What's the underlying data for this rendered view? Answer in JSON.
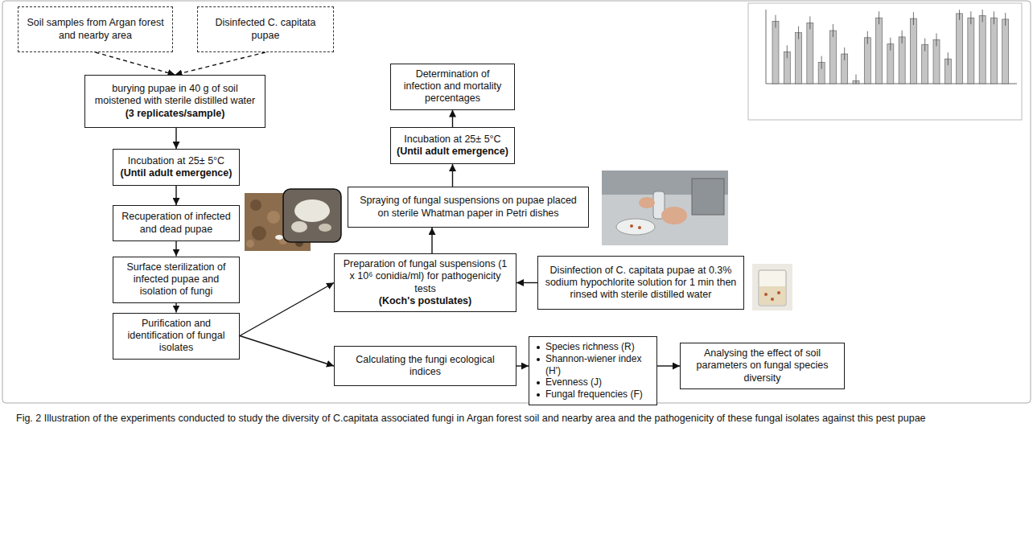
{
  "diagram": {
    "caption": "Fig. 2 Illustration of the experiments conducted to study the diversity of C.capitata associated fungi in Argan forest soil and nearby area and the pathogenicity of these fungal isolates against this pest pupae",
    "nodes": [
      {
        "text": [
          "Soil samples from Argan forest and nearby area"
        ]
      },
      {
        "text": [
          "Disinfected C. capitata pupae"
        ]
      },
      {
        "text": [
          "burying pupae in 40 g of soil moistened with sterile distilled water",
          "(3 replicates/sample)"
        ]
      },
      {
        "text": [
          "Incubation at 25± 5°C",
          "(Until adult emergence)"
        ]
      },
      {
        "text": [
          "Recuperation of infected and dead pupae"
        ]
      },
      {
        "text": [
          "Surface sterilization of infected pupae and isolation of fungi"
        ]
      },
      {
        "text": [
          "Purification and identification of fungal isolates"
        ]
      },
      {
        "text": [
          "Preparation of fungal suspensions (1 x 10⁶ conidia/ml) for pathogenicity tests",
          "(Koch's postulates)"
        ]
      },
      {
        "text": [
          "Disinfection of C. capitata pupae at 0.3% sodium hypochlorite solution for 1 min then rinsed with sterile distilled water"
        ]
      },
      {
        "text": [
          "Spraying of fungal suspensions on pupae placed on sterile Whatman paper in Petri dishes"
        ]
      },
      {
        "text": [
          "Incubation at 25± 5°C",
          "(Until adult emergence)"
        ]
      },
      {
        "text": [
          "Determination of infection and mortality percentages"
        ]
      },
      {
        "text": [
          "Calculating the fungi ecological indices"
        ]
      },
      {
        "text": [
          "Species richness (R)",
          "Shannon-wiener index (H')",
          "Evenness (J)",
          "Fungal frequencies (F)"
        ]
      },
      {
        "text": [
          "Analysing the effect of soil parameters on fungal species diversity"
        ]
      }
    ],
    "edges": [
      {
        "from": 0,
        "to": 2,
        "arrow": "to"
      },
      {
        "from": 1,
        "to": 2,
        "arrow": "to"
      },
      {
        "from": 2,
        "to": 3,
        "arrow": "to"
      },
      {
        "from": 3,
        "to": 4,
        "arrow": "to"
      },
      {
        "from": 4,
        "to": 5,
        "arrow": "to"
      },
      {
        "from": 5,
        "to": 6,
        "arrow": "to"
      },
      {
        "from": 6,
        "to": 7,
        "arrow": "to"
      },
      {
        "from": 6,
        "to": 12,
        "arrow": "to"
      },
      {
        "from": 8,
        "to": 7,
        "arrow": "to"
      },
      {
        "from": 7,
        "to": 9,
        "arrow": "to"
      },
      {
        "from": 9,
        "to": 10,
        "arrow": "to"
      },
      {
        "from": 10,
        "to": 11,
        "arrow": "to"
      },
      {
        "from": 12,
        "to": 13,
        "arrow": "to"
      },
      {
        "from": 13,
        "to": 14,
        "arrow": "to"
      }
    ]
  }
}
